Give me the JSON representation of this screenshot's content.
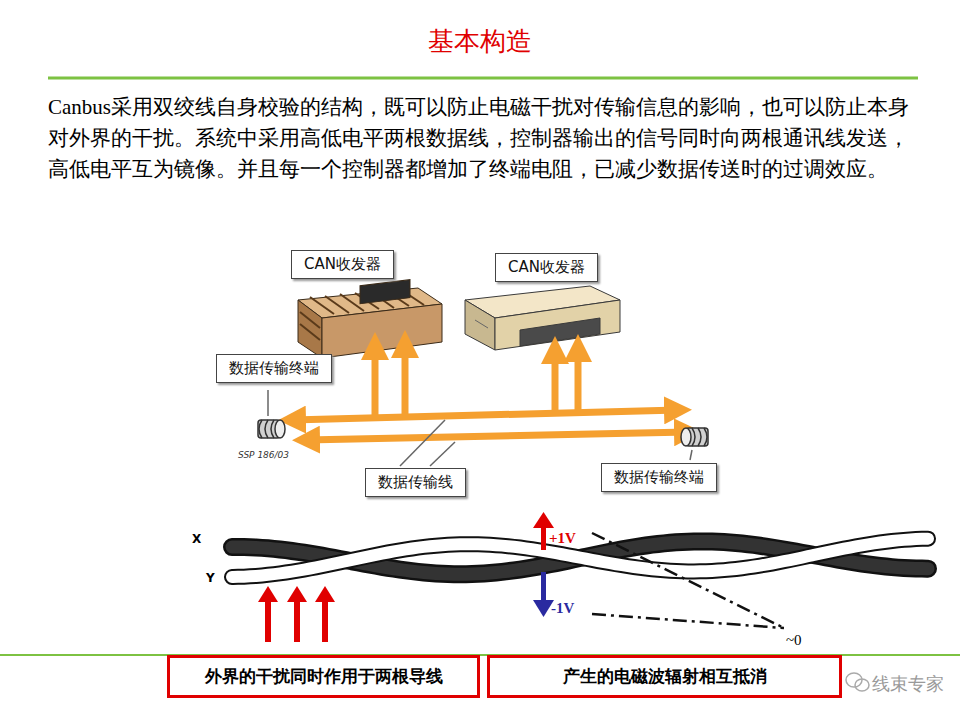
{
  "diagram": {
    "title": "基本构造",
    "nodes": [
      {
        "text": [
          "CAN收发器"
        ]
      },
      {
        "text": [
          "CAN收发器"
        ]
      },
      {
        "text": [
          "数据传输终端"
        ]
      },
      {
        "text": [
          "数据传输线"
        ]
      },
      {
        "text": [
          "数据传输终端"
        ]
      },
      {
        "text": [
          "外界的干扰同时作用于两根导线"
        ]
      },
      {
        "text": [
          "产生的电磁波辐射相互抵消"
        ]
      }
    ],
    "labels": [
      "Canbus采用双绞线自身校验的结构，既可以防止电磁干扰对传输信息的影响，也可以防止本身对外界的干扰。系统中采用高低电平两根数据线，控制器输出的信号同时向两根通讯线发送，高低电平互为镜像。并且每一个控制器都增加了终端电阻，已减少数据传送时的过调效应。",
      "SSP 186/03",
      "X",
      "Y",
      "+1V",
      "-1V",
      "~0",
      "线束专家"
    ]
  }
}
